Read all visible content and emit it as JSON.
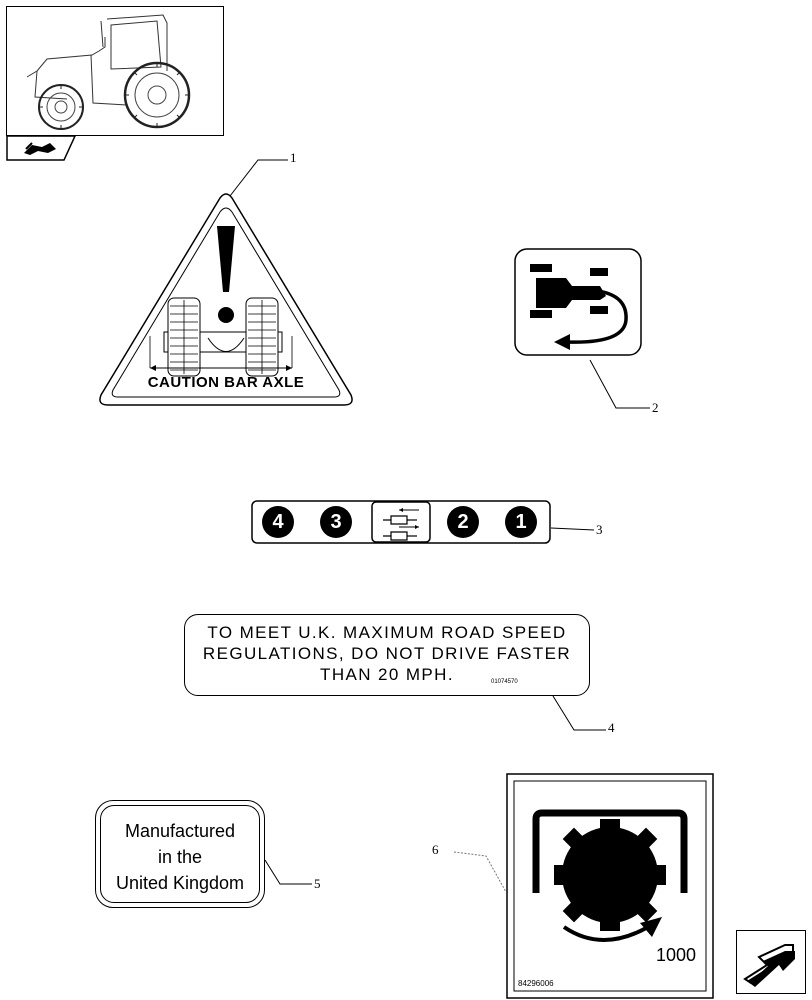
{
  "callouts": [
    "1",
    "2",
    "3",
    "4",
    "5",
    "6"
  ],
  "decal_1": {
    "text": "CAUTION BAR AXLE"
  },
  "decal_3": {
    "buttons": [
      "4",
      "3",
      "2",
      "1"
    ]
  },
  "decal_4": {
    "lines": [
      "TO MEET U.K. MAXIMUM ROAD SPEED",
      "REGULATIONS, DO NOT DRIVE FASTER",
      "THAN 20 MPH."
    ],
    "part_number": "01074570"
  },
  "decal_5": {
    "lines": [
      "Manufactured",
      "in the",
      "United Kingdom"
    ]
  },
  "decal_6": {
    "value": "1000",
    "part_number": "84296006"
  },
  "icons": {
    "overview": "tractor-thumbnail-icon",
    "section": "book-section-icon",
    "next": "next-page-arrow-icon"
  }
}
